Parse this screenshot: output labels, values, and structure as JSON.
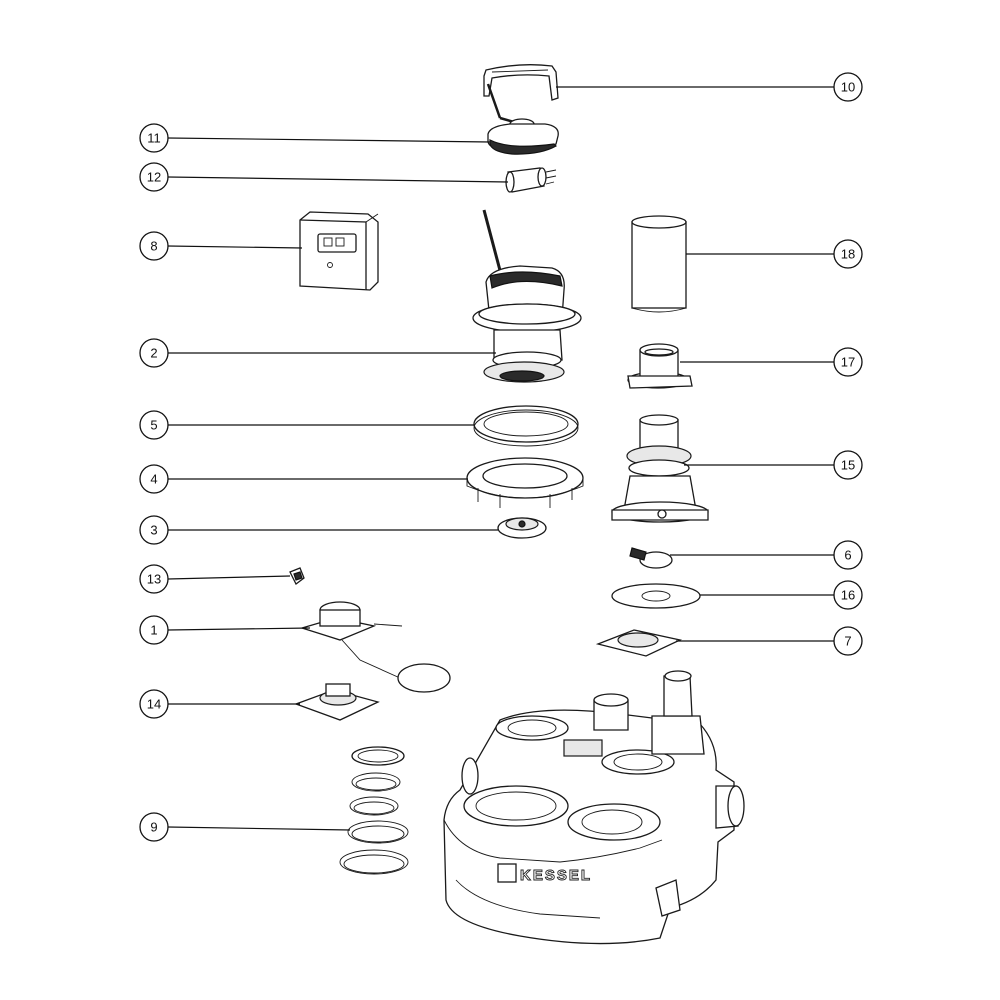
{
  "diagram": {
    "brand_label": "KESSEL",
    "callouts": [
      {
        "number": "10"
      },
      {
        "number": "11"
      },
      {
        "number": "12"
      },
      {
        "number": "8"
      },
      {
        "number": "18"
      },
      {
        "number": "2"
      },
      {
        "number": "17"
      },
      {
        "number": "5"
      },
      {
        "number": "15"
      },
      {
        "number": "4"
      },
      {
        "number": "3"
      },
      {
        "number": "6"
      },
      {
        "number": "13"
      },
      {
        "number": "16"
      },
      {
        "number": "1"
      },
      {
        "number": "7"
      },
      {
        "number": "14"
      },
      {
        "number": "9"
      }
    ]
  }
}
